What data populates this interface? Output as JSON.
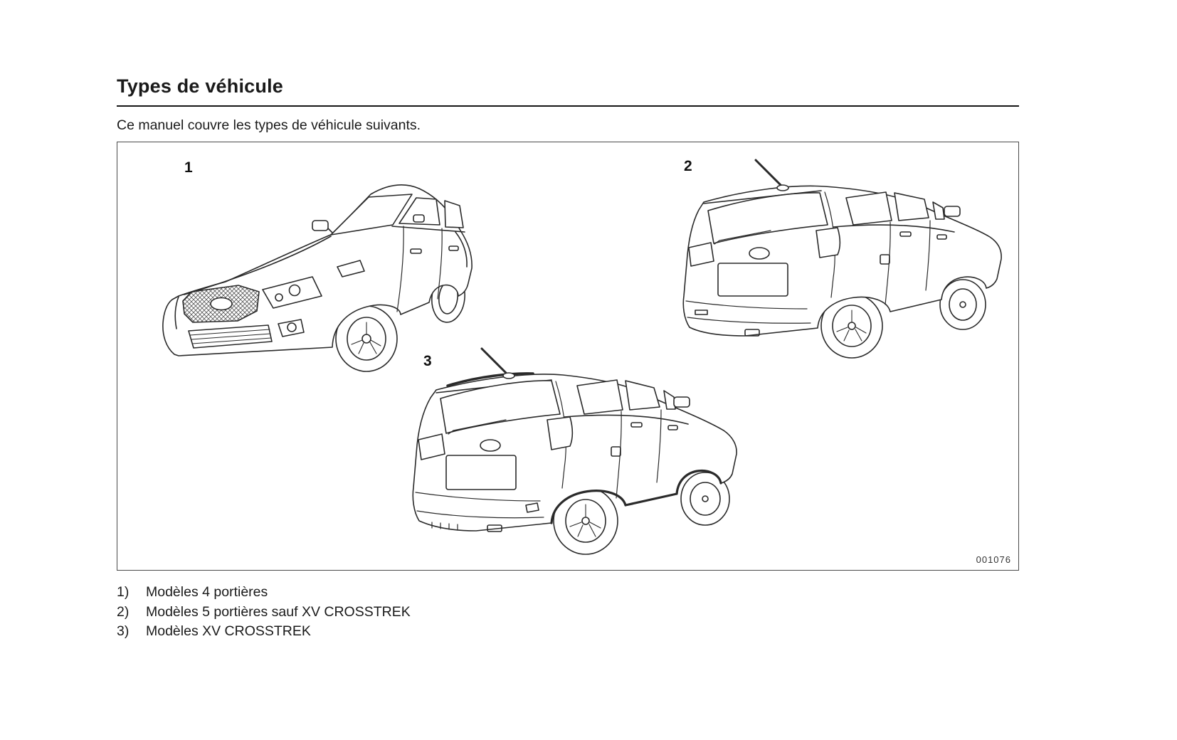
{
  "document": {
    "title": "Types de véhicule",
    "intro": "Ce manuel couvre les types de véhicule suivants.",
    "figure": {
      "labels": [
        "1",
        "2",
        "3"
      ],
      "code": "001076"
    },
    "legend": [
      {
        "num": "1)",
        "text": "Modèles 4 portières"
      },
      {
        "num": "2)",
        "text": "Modèles 5 portières sauf XV CROSSTREK"
      },
      {
        "num": "3)",
        "text": "Modèles XV CROSSTREK"
      }
    ]
  }
}
